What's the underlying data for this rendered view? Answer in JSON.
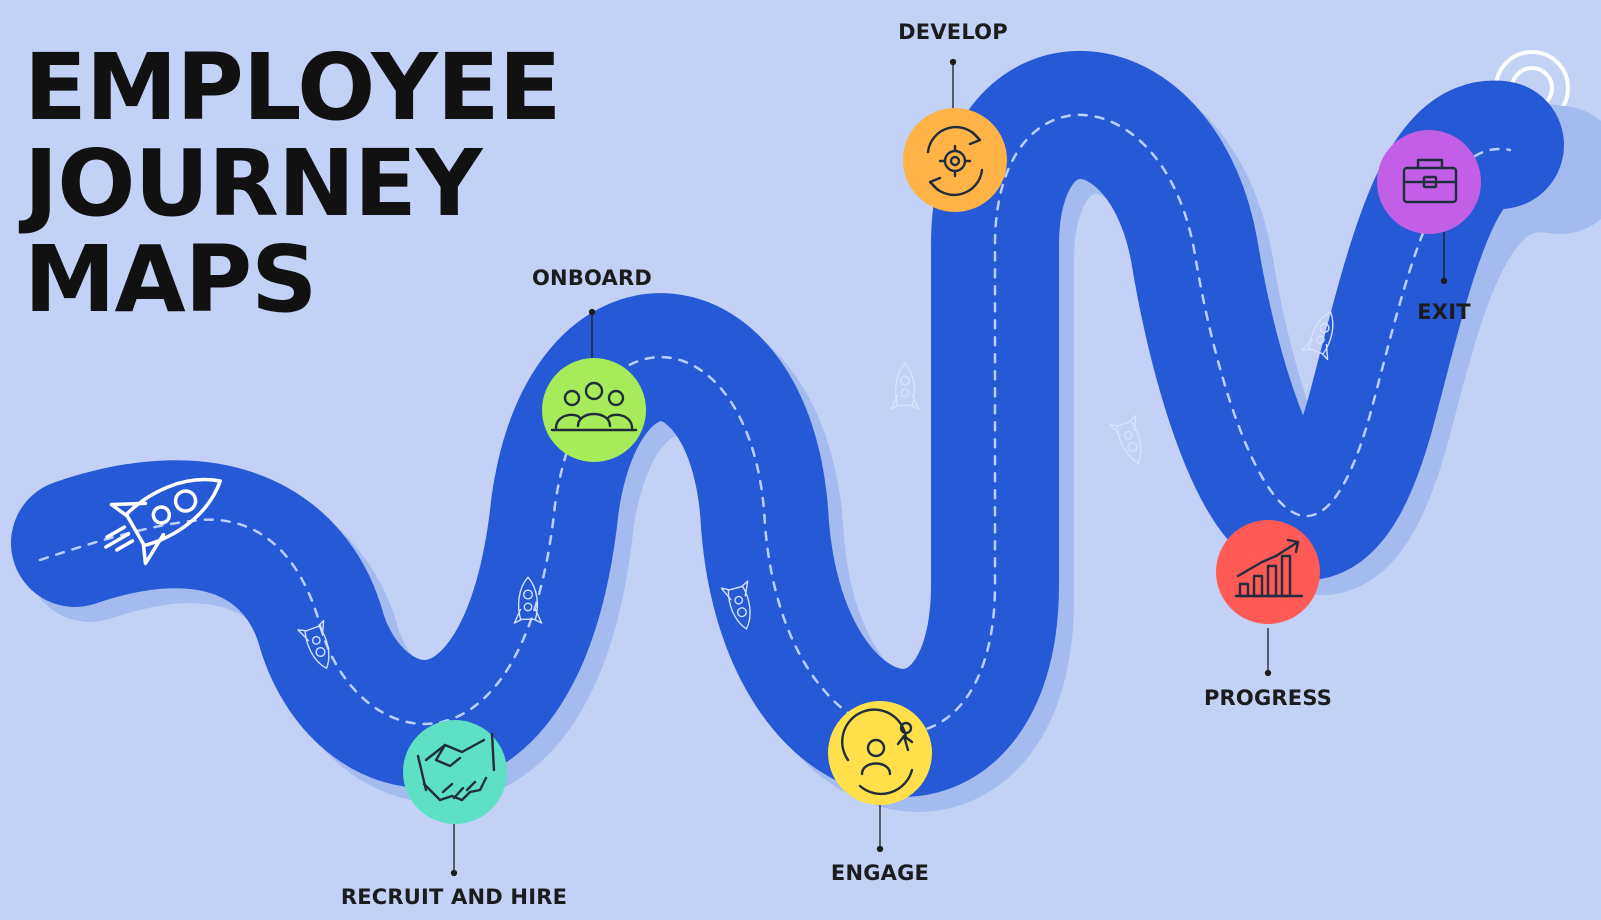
{
  "title": {
    "line1": "EMPLOYEE",
    "line2": "JOURNEY",
    "line3": "MAPS"
  },
  "stages": [
    {
      "id": "recruit",
      "label": "RECRUIT AND HIRE",
      "color": "#5de0c4",
      "icon": "handshake-icon"
    },
    {
      "id": "onboard",
      "label": "ONBOARD",
      "color": "#a6ec5a",
      "icon": "team-icon"
    },
    {
      "id": "engage",
      "label": "ENGAGE",
      "color": "#ffe04a",
      "icon": "engaged-person-icon"
    },
    {
      "id": "develop",
      "label": "DEVELOP",
      "color": "#ffb347",
      "icon": "development-cycle-icon"
    },
    {
      "id": "progress",
      "label": "PROGRESS",
      "color": "#ff5a55",
      "icon": "growth-chart-icon"
    },
    {
      "id": "exit",
      "label": "EXIT",
      "color": "#c35fe6",
      "icon": "briefcase-icon"
    }
  ],
  "colors": {
    "background": "#c2d1f5",
    "road": "#2659d6",
    "road_shadow": "#9fb6ee",
    "dash": "#bcd0ff",
    "text": "#111111"
  },
  "icons": {
    "start": "large-rocket-icon",
    "path_markers": "rocket-icon",
    "end": "location-pin-icon"
  }
}
